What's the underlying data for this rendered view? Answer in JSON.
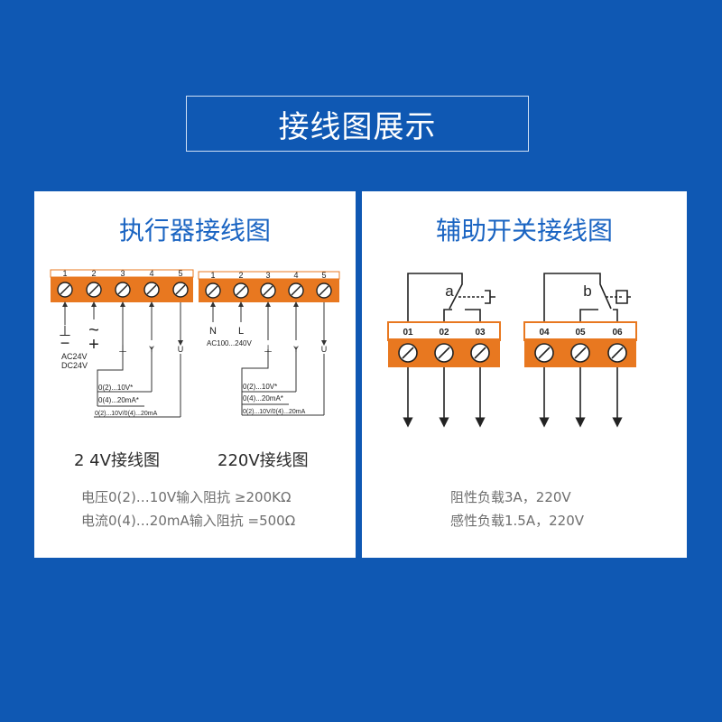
{
  "header": {
    "title": "接线图展示"
  },
  "actuator": {
    "title": "执行器接线图",
    "block24": {
      "terminals": [
        "1",
        "2",
        "3",
        "4",
        "5"
      ],
      "signs": [
        "⊥",
        "~",
        "⊥",
        "Y",
        "U"
      ],
      "signs_plusminus": [
        "−",
        "+"
      ],
      "supply": [
        "AC24V",
        "DC24V"
      ],
      "signal_labels": [
        "0(2)...10V*",
        "0(4)...20mA*",
        "0(2)...10V/0(4)...20mA"
      ]
    },
    "block220": {
      "terminals": [
        "1",
        "2",
        "3",
        "4",
        "5"
      ],
      "signs": [
        "N",
        "L",
        "⊥",
        "Y",
        "U"
      ],
      "supply": "AC100...240V",
      "signal_labels": [
        "0(2)...10V*",
        "0(4)...20mA*",
        "0(2)...10V/0(4)...20mA"
      ]
    },
    "caption24": "2 4V接线图",
    "caption220": "220V接线图",
    "spec_voltage": "电压0(2)…10V输入阻抗 ≥200KΩ",
    "spec_current": "电流0(4)…20mA输入阻抗 =500Ω"
  },
  "aux": {
    "title": "辅助开关接线图",
    "switch_a": {
      "label": "a",
      "terminals": [
        "01",
        "02",
        "03"
      ]
    },
    "switch_b": {
      "label": "b",
      "terminals": [
        "04",
        "05",
        "06"
      ]
    },
    "spec_resistive": "阻性负载3A，220V",
    "spec_inductive": "感性负载1.5A，220V"
  },
  "colors": {
    "background": "#0f58b3",
    "terminal_orange": "#e87820",
    "title_blue": "#1a64c2"
  },
  "icons": [
    "screw-terminal-icon",
    "arrow-up-icon",
    "arrow-down-icon",
    "ground-icon",
    "switch-contact-icon"
  ]
}
